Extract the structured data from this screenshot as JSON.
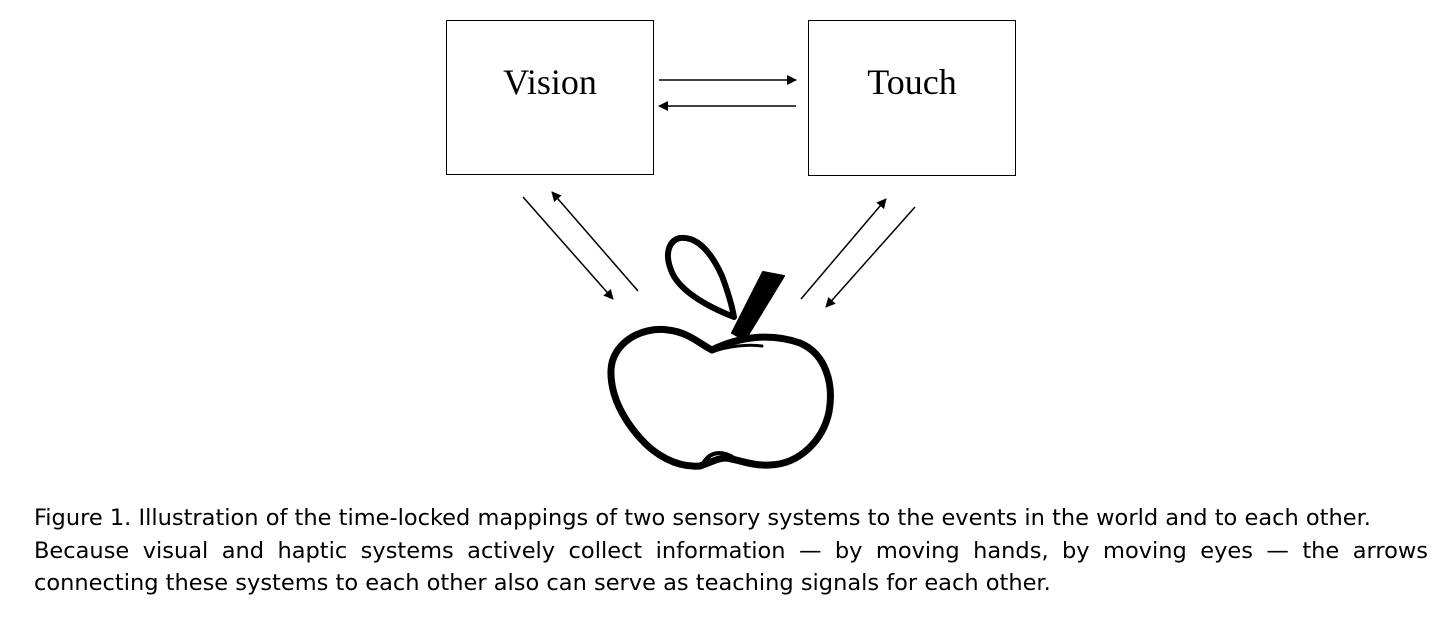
{
  "diagram": {
    "nodes": {
      "vision": {
        "label": "Vision"
      },
      "touch": {
        "label": "Touch"
      }
    },
    "edges": [
      {
        "from": "vision",
        "to": "touch"
      },
      {
        "from": "touch",
        "to": "vision"
      },
      {
        "from": "vision",
        "to": "apple"
      },
      {
        "from": "apple",
        "to": "vision"
      },
      {
        "from": "apple",
        "to": "touch"
      },
      {
        "from": "touch",
        "to": "apple"
      }
    ],
    "world_object_icon": "apple-icon"
  },
  "caption": {
    "line1": "Figure 1. Illustration of the time-locked mappings of two sensory systems to the events in the world and to each other.",
    "line2": "Because visual and haptic systems actively collect information — by moving hands, by moving eyes — the arrows",
    "line3": "connecting these systems to each other also can serve as teaching signals for each other."
  }
}
